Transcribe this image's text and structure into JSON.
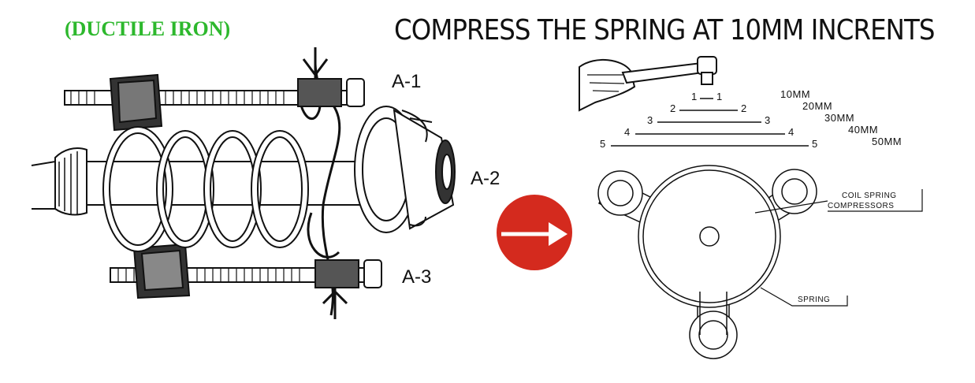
{
  "header": {
    "material": "(DUCTILE IRON)",
    "title": "COMPRESS THE SPRING AT 10MM INCRENTS"
  },
  "left_diagram": {
    "labels": [
      "A-1",
      "A-2",
      "A-3"
    ]
  },
  "arrow": {
    "icon": "right-arrow-icon",
    "color": "#d42a1e"
  },
  "steps": {
    "numbers": [
      "1",
      "2",
      "3",
      "4",
      "5"
    ],
    "distances": [
      "10MM",
      "20MM",
      "30MM",
      "40MM",
      "50MM"
    ]
  },
  "top_view": {
    "compressor_label_line1": "COIL SPRING",
    "compressor_label_line2": "COMPRESSORS",
    "spring_label": "SPRING"
  }
}
